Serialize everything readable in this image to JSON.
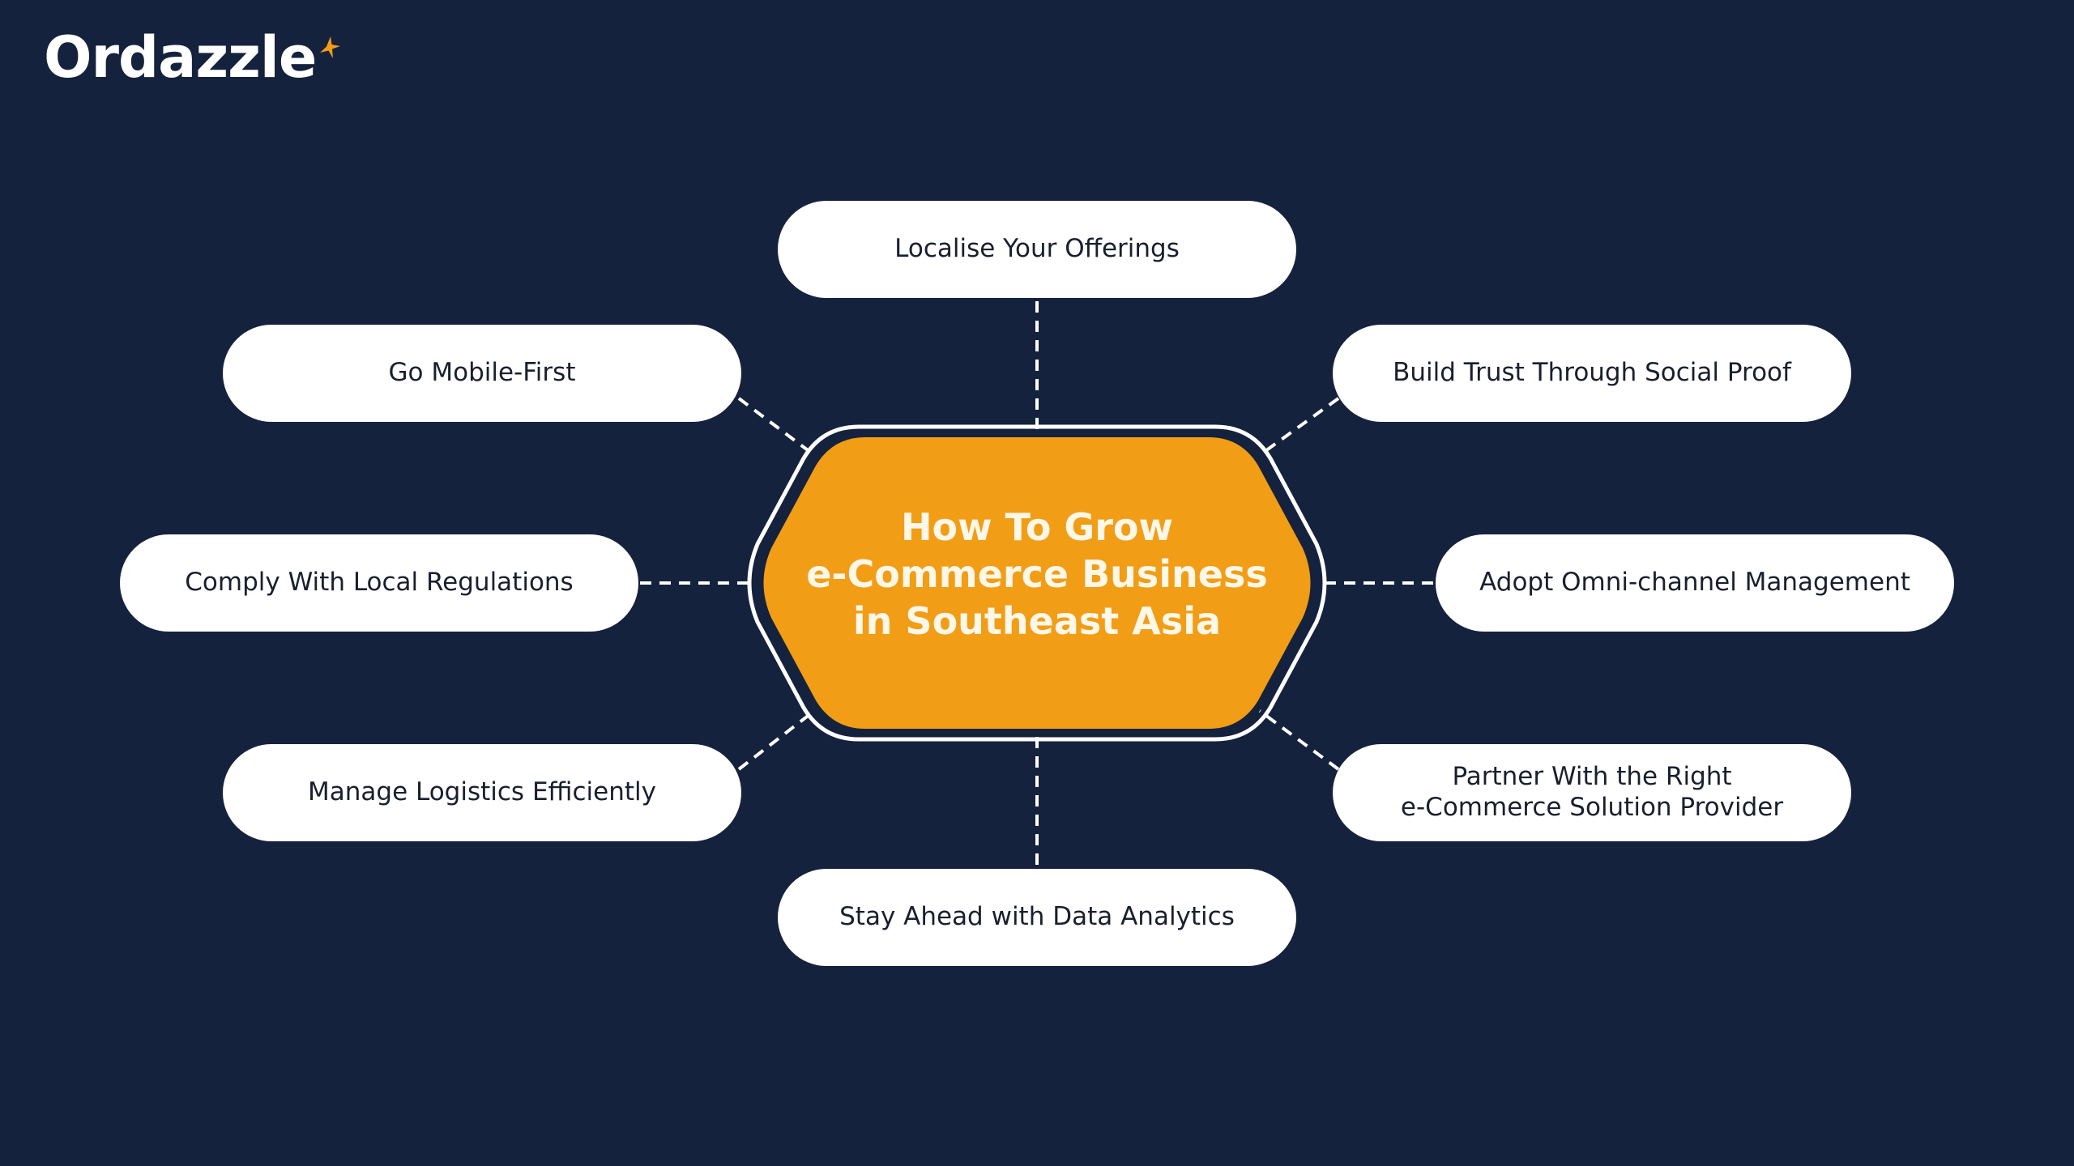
{
  "brand": {
    "name": "Ordazzle",
    "logo_icon": "sparkle-star-icon",
    "accent_color": "#f29d16"
  },
  "colors": {
    "background": "#15223d",
    "center_fill": "#f29d16",
    "node_fill": "#ffffff",
    "node_text": "#1a1f2e",
    "connector": "#ffffff"
  },
  "diagram": {
    "type": "mind-map",
    "center": {
      "title": "How To Grow\ne-Commerce Business\nin Southeast Asia"
    },
    "nodes": [
      {
        "id": "localise",
        "label": "Localise Your Offerings",
        "position": "top"
      },
      {
        "id": "mobile",
        "label": "Go Mobile-First",
        "position": "top-left"
      },
      {
        "id": "trust",
        "label": "Build Trust Through Social Proof",
        "position": "top-right"
      },
      {
        "id": "comply",
        "label": "Comply With Local Regulations",
        "position": "left"
      },
      {
        "id": "omni",
        "label": "Adopt Omni-channel Management",
        "position": "right"
      },
      {
        "id": "logistics",
        "label": "Manage Logistics Efficiently",
        "position": "bottom-left"
      },
      {
        "id": "partner",
        "label": "Partner With the Right\ne-Commerce Solution Provider",
        "position": "bottom-right"
      },
      {
        "id": "analytics",
        "label": "Stay Ahead with Data Analytics",
        "position": "bottom"
      }
    ],
    "connector_style": "dashed"
  }
}
